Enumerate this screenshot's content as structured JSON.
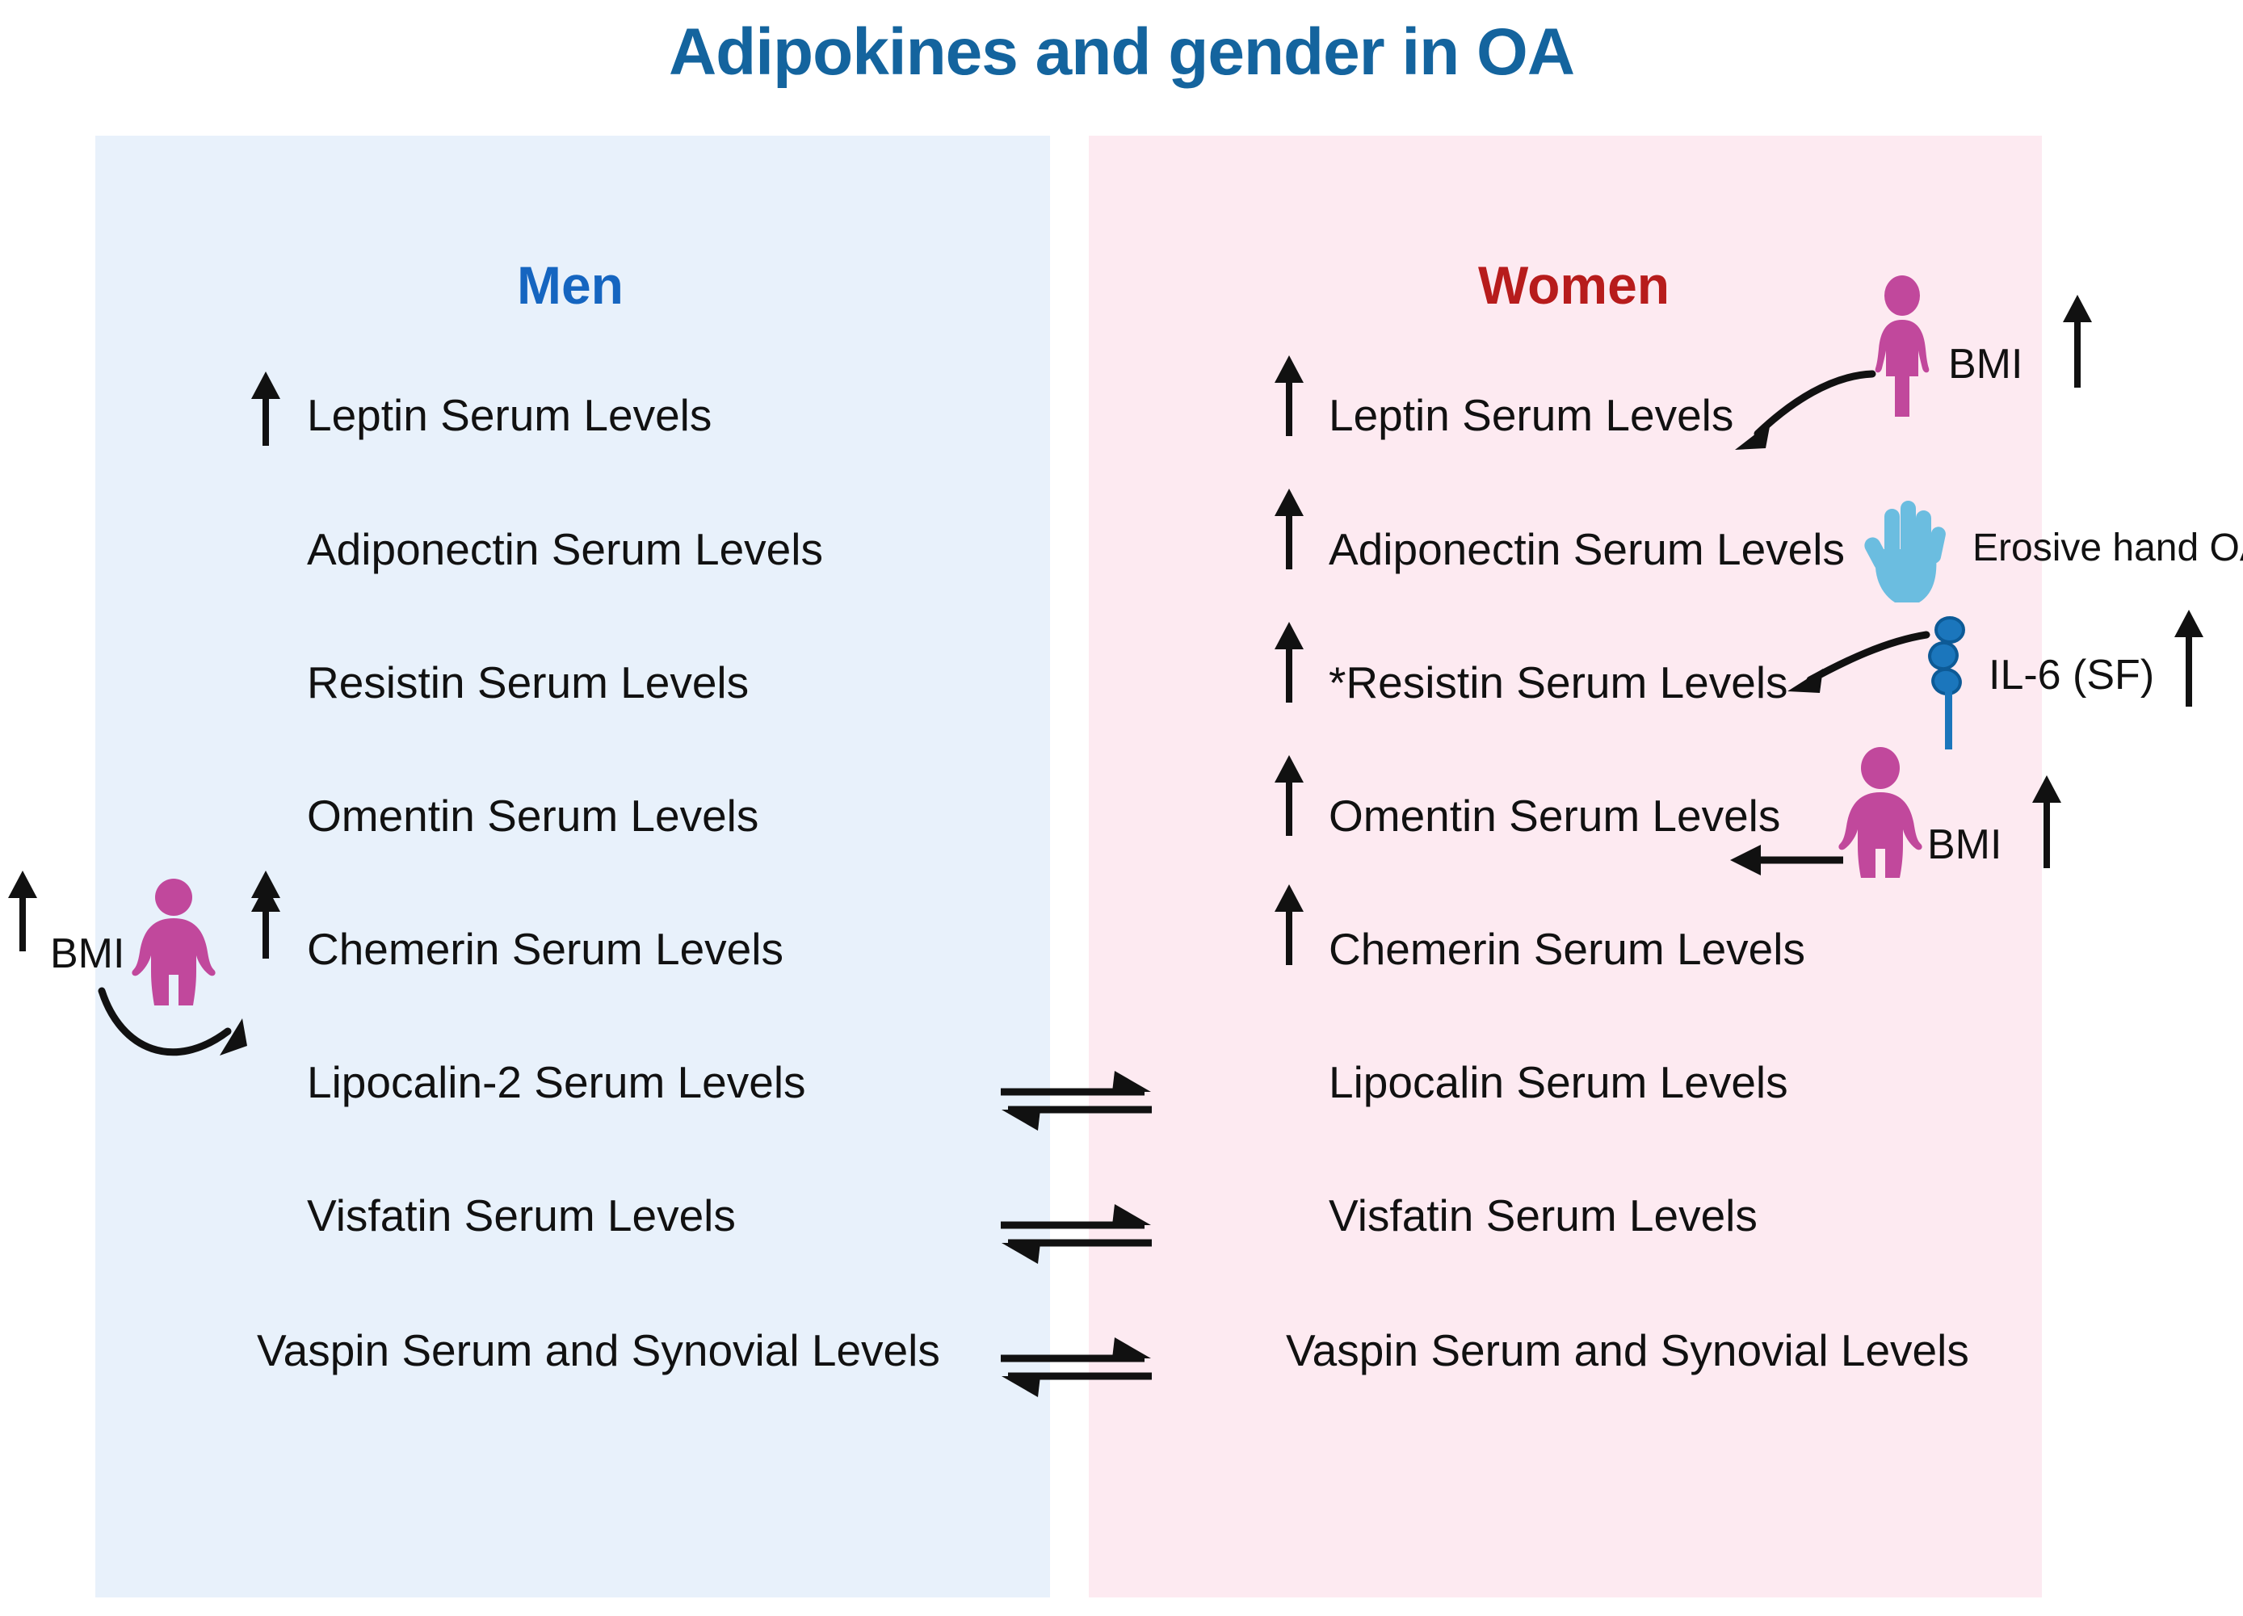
{
  "title": "Adipokines and gender in OA",
  "colors": {
    "title": "#14649e",
    "men_heading": "#1565c0",
    "women_heading": "#b71c1c",
    "men_panel_bg": "#e8f1fb",
    "women_panel_bg": "#fdeaf1",
    "person_pink": "#c1489c",
    "hand_blue": "#6bbde0",
    "il6_blue": "#1b76bc",
    "arrow_black": "#111111"
  },
  "men": {
    "heading": "Men",
    "items": [
      {
        "label": "Leptin Serum Levels",
        "arrow": "up"
      },
      {
        "label": "Adiponectin Serum Levels",
        "arrow": "none"
      },
      {
        "label": "Resistin Serum Levels",
        "arrow": "none"
      },
      {
        "label": "Omentin Serum Levels",
        "arrow": "none"
      },
      {
        "label": "Chemerin Serum Levels",
        "arrow": "up"
      },
      {
        "label": "Lipocalin-2 Serum Levels",
        "arrow": "none"
      },
      {
        "label": "Visfatin Serum Levels",
        "arrow": "none"
      },
      {
        "label": "Vaspin Serum and Synovial Levels",
        "arrow": "none"
      }
    ],
    "bmi_label": "BMI"
  },
  "women": {
    "heading": "Women",
    "items": [
      {
        "label": "Leptin Serum Levels",
        "arrow": "up"
      },
      {
        "label": "Adiponectin Serum Levels",
        "arrow": "up"
      },
      {
        "label": "*Resistin Serum Levels",
        "arrow": "up"
      },
      {
        "label": "Omentin Serum Levels",
        "arrow": "up"
      },
      {
        "label": "Chemerin Serum Levels",
        "arrow": "up"
      },
      {
        "label": "Lipocalin Serum Levels",
        "arrow": "none"
      },
      {
        "label": "Visfatin Serum Levels",
        "arrow": "none"
      },
      {
        "label": "Vaspin Serum and Synovial Levels",
        "arrow": "none"
      }
    ],
    "bmi_leptin_label": "BMI",
    "bmi_omentin_label": "BMI",
    "erosive_hand_oa_label": "Erosive hand OA",
    "il6_label": "IL-6 (SF)"
  },
  "cross_links": [
    {
      "from": "Lipocalin-2 Serum Levels",
      "to": "Lipocalin Serum Levels",
      "type": "equilibrium"
    },
    {
      "from": "Visfatin Serum Levels",
      "to": "Visfatin Serum Levels",
      "type": "equilibrium"
    },
    {
      "from": "Vaspin Serum and Synovial Levels",
      "to": "Vaspin Serum and Synovial Levels",
      "type": "equilibrium"
    }
  ]
}
